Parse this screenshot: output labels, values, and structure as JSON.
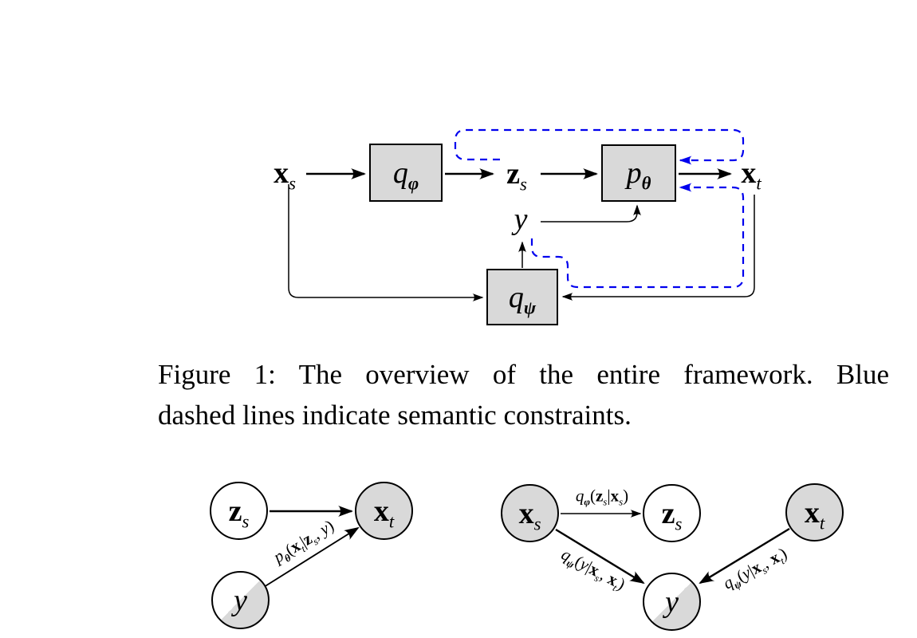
{
  "caption": {
    "line1": "Figure 1: The overview of the entire framework. Blue",
    "line2": "dashed lines indicate semantic constraints."
  },
  "colors": {
    "node_fill_gray": "#d9d9d9",
    "constraint_blue": "#0000ee",
    "line_black": "#000000",
    "background": "#ffffff"
  },
  "framework": {
    "node_xs": {
      "base": "x",
      "sub": "s"
    },
    "node_zs": {
      "base": "z",
      "sub": "s"
    },
    "node_xt": {
      "base": "x",
      "sub": "t"
    },
    "node_y": {
      "label": "y"
    },
    "block_qphi": {
      "base": "q",
      "sub": "φ"
    },
    "block_ptheta": {
      "base": "p",
      "sub": "θ"
    },
    "block_qpsi": {
      "base": "q",
      "sub": "ψ"
    }
  },
  "generative_graph": {
    "node_zs": {
      "base": "z",
      "sub": "s"
    },
    "node_xt": {
      "base": "x",
      "sub": "t"
    },
    "node_y": {
      "label": "y"
    },
    "edge_ptheta": {
      "fn": "p",
      "fn_sub": "θ",
      "open": "(",
      "arg1": "x",
      "arg1_sub": "t",
      "bar": "|",
      "arg2": "z",
      "arg2_sub": "s",
      "comma": ", ",
      "arg3": "y",
      "close": ")"
    }
  },
  "inference_graph": {
    "node_xs": {
      "base": "x",
      "sub": "s"
    },
    "node_zs": {
      "base": "z",
      "sub": "s"
    },
    "node_xt": {
      "base": "x",
      "sub": "t"
    },
    "node_y": {
      "label": "y"
    },
    "edge_qphi": {
      "fn": "q",
      "fn_sub": "φ",
      "open": "(",
      "arg1": "z",
      "arg1_sub": "s",
      "bar": "|",
      "arg2": "x",
      "arg2_sub": "s",
      "close": ")"
    },
    "edge_qpsi": {
      "fn": "q",
      "fn_sub": "ψ",
      "open": "(",
      "arg1": "y",
      "bar": "|",
      "arg2": "x",
      "arg2_sub": "s",
      "comma": ", ",
      "arg3": "x",
      "arg3_sub": "t",
      "close": ")"
    }
  }
}
